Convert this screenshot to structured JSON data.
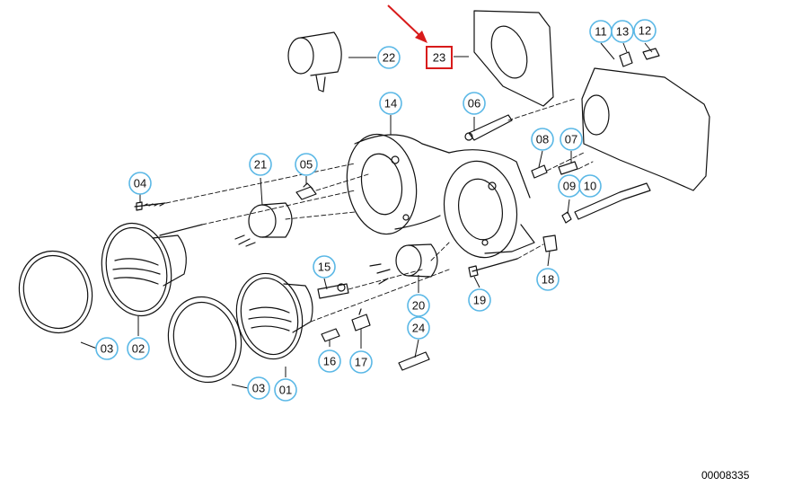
{
  "diagram": {
    "id_label": "00008335",
    "highlight_color": "#d81b1b",
    "callout_color": "#5bb8e6",
    "callouts": [
      {
        "key": "c01",
        "label": "01"
      },
      {
        "key": "c02",
        "label": "02"
      },
      {
        "key": "c03a",
        "label": "03"
      },
      {
        "key": "c03b",
        "label": "03"
      },
      {
        "key": "c04",
        "label": "04"
      },
      {
        "key": "c05",
        "label": "05"
      },
      {
        "key": "c06",
        "label": "06"
      },
      {
        "key": "c07",
        "label": "07"
      },
      {
        "key": "c08",
        "label": "08"
      },
      {
        "key": "c09",
        "label": "09"
      },
      {
        "key": "c10",
        "label": "10"
      },
      {
        "key": "c11",
        "label": "11"
      },
      {
        "key": "c12",
        "label": "12"
      },
      {
        "key": "c13",
        "label": "13"
      },
      {
        "key": "c14",
        "label": "14"
      },
      {
        "key": "c15",
        "label": "15"
      },
      {
        "key": "c16",
        "label": "16"
      },
      {
        "key": "c17",
        "label": "17"
      },
      {
        "key": "c18",
        "label": "18"
      },
      {
        "key": "c19",
        "label": "19"
      },
      {
        "key": "c20",
        "label": "20"
      },
      {
        "key": "c21",
        "label": "21"
      },
      {
        "key": "c22",
        "label": "22"
      },
      {
        "key": "c23",
        "label": "23",
        "highlighted": true
      },
      {
        "key": "c24",
        "label": "24"
      }
    ]
  }
}
